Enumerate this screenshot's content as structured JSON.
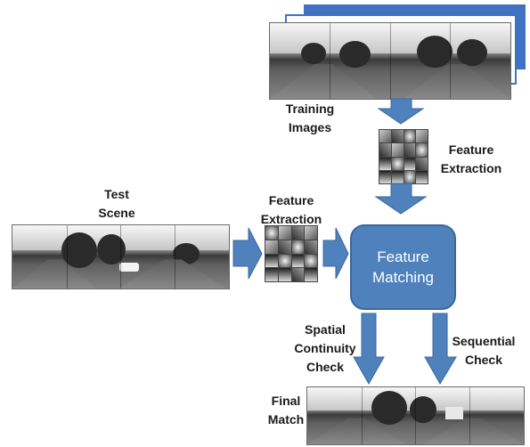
{
  "labels": {
    "training_images": [
      "Training",
      "Images"
    ],
    "feature_extraction_top": [
      "Feature",
      "Extraction"
    ],
    "test_scene": [
      "Test",
      "Scene"
    ],
    "feature_extraction_left": [
      "Feature",
      "Extraction"
    ],
    "feature_matching": [
      "Feature",
      "Matching"
    ],
    "spatial_check": [
      "Spatial",
      "Continuity",
      "Check"
    ],
    "sequential_check": [
      "Sequential",
      "Check"
    ],
    "final_match": [
      "Final",
      "Match"
    ]
  },
  "colors": {
    "arrow": "#4f81bd",
    "box": "#4f81bd",
    "box_text": "#ffffff"
  }
}
